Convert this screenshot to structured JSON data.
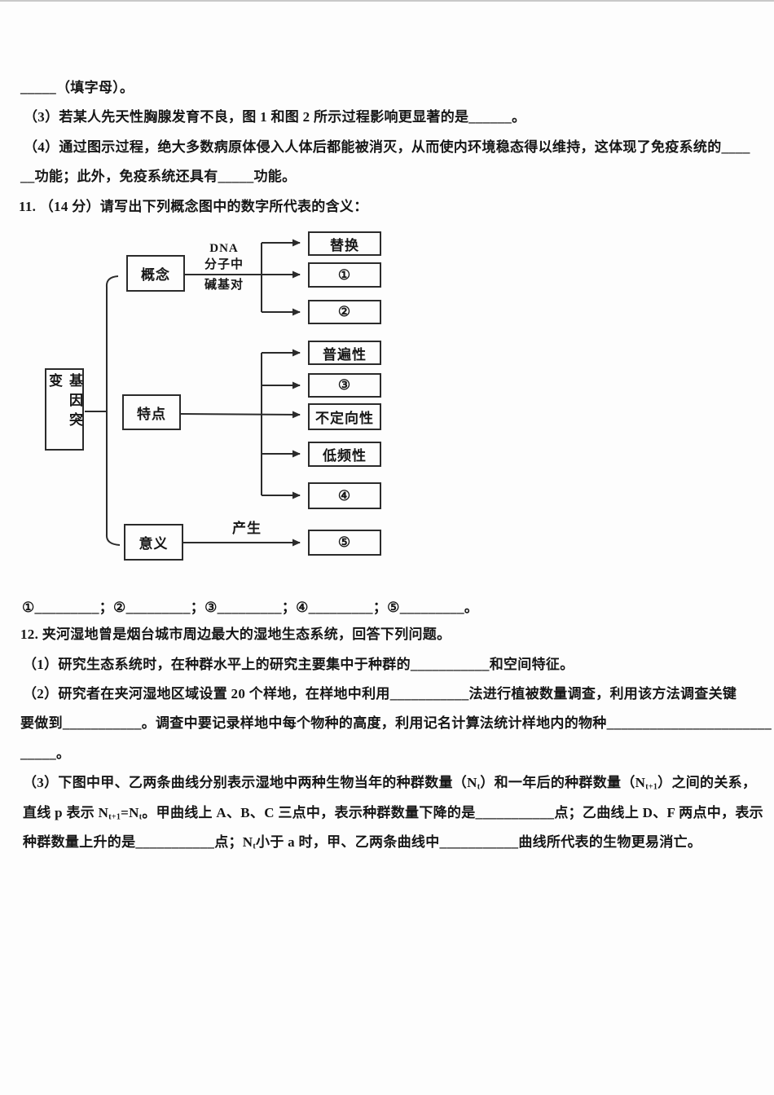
{
  "document": {
    "lines": [
      {
        "parts": [
          {
            "t": "_____（填字母）。"
          }
        ]
      },
      {
        "parts": [
          {
            "t": "（3）若某人先天性胸腺发育不良，图 1 和图 2 所示过程影响更显著的是______。"
          }
        ]
      },
      {
        "parts": [
          {
            "t": "（4）通过图示过程，绝大多数病原体侵入人体后都能被消灭，从而使内环境稳态得以维持，这体现了免疫系统的____"
          }
        ]
      },
      {
        "parts": [
          {
            "t": "__功能；此外，免疫系统还具有_____功能。"
          }
        ]
      },
      {
        "parts": [
          {
            "t": "11. （14 分）请写出下列概念图中的数字所代表的含义："
          }
        ]
      },
      {
        "parts": [
          {
            "t": "①_________；②_________；③_________；④_________；⑤_________。"
          }
        ]
      },
      {
        "parts": [
          {
            "t": "12. 夹河湿地曾是烟台城市周边最大的湿地生态系统，回答下列问题。"
          }
        ]
      },
      {
        "parts": [
          {
            "t": "（1）研究生态系统时，在种群水平上的研究主要集中于种群的___________和空间特征。"
          }
        ]
      },
      {
        "parts": [
          {
            "t": "（2）研究者在夹河湿地区域设置 20 个样地，在样地中利用___________法进行植被数量调查，利用该方法调查关键"
          }
        ]
      },
      {
        "parts": [
          {
            "t": "要做到___________。调查中要记录样地中每个物种的高度，利用记名计算法统计样地内的物种_______________________"
          }
        ]
      },
      {
        "parts": [
          {
            "t": "_____。"
          }
        ]
      },
      {
        "parts": [
          {
            "t": "（3）下图中甲、乙两条曲线分别表示湿地中两种生物当年的种群数量（N"
          },
          {
            "t": "t",
            "sub": true
          },
          {
            "t": "）和一年后的种群数量（N"
          },
          {
            "t": "t+1",
            "sub": true
          },
          {
            "t": "）之间的关系，"
          }
        ]
      },
      {
        "parts": [
          {
            "t": "直线 p 表示 N"
          },
          {
            "t": "t+1",
            "sub": true
          },
          {
            "t": "=N"
          },
          {
            "t": "t",
            "sub": true
          },
          {
            "t": "。甲曲线上 A、B、C 三点中，表示种群数量下降的是___________点；乙曲线上 D、F 两点中，表示"
          }
        ]
      },
      {
        "parts": [
          {
            "t": "种群数量上升的是___________点；N"
          },
          {
            "t": "t",
            "sub": true
          },
          {
            "t": "小于 a 时，甲、乙两条曲线中___________曲线所代表的生物更易消亡。"
          }
        ]
      }
    ]
  },
  "diagram": {
    "root": "基因突变",
    "branches": {
      "concept": "概念",
      "feature": "特点",
      "significance": "意义"
    },
    "targets": [
      "替换",
      "①",
      "②",
      "普遍性",
      "③",
      "不定向性",
      "低频性",
      "④",
      "⑤"
    ],
    "edge_labels": {
      "dna": [
        "DNA",
        "分子中",
        "碱基对"
      ],
      "produce": "产生"
    }
  }
}
